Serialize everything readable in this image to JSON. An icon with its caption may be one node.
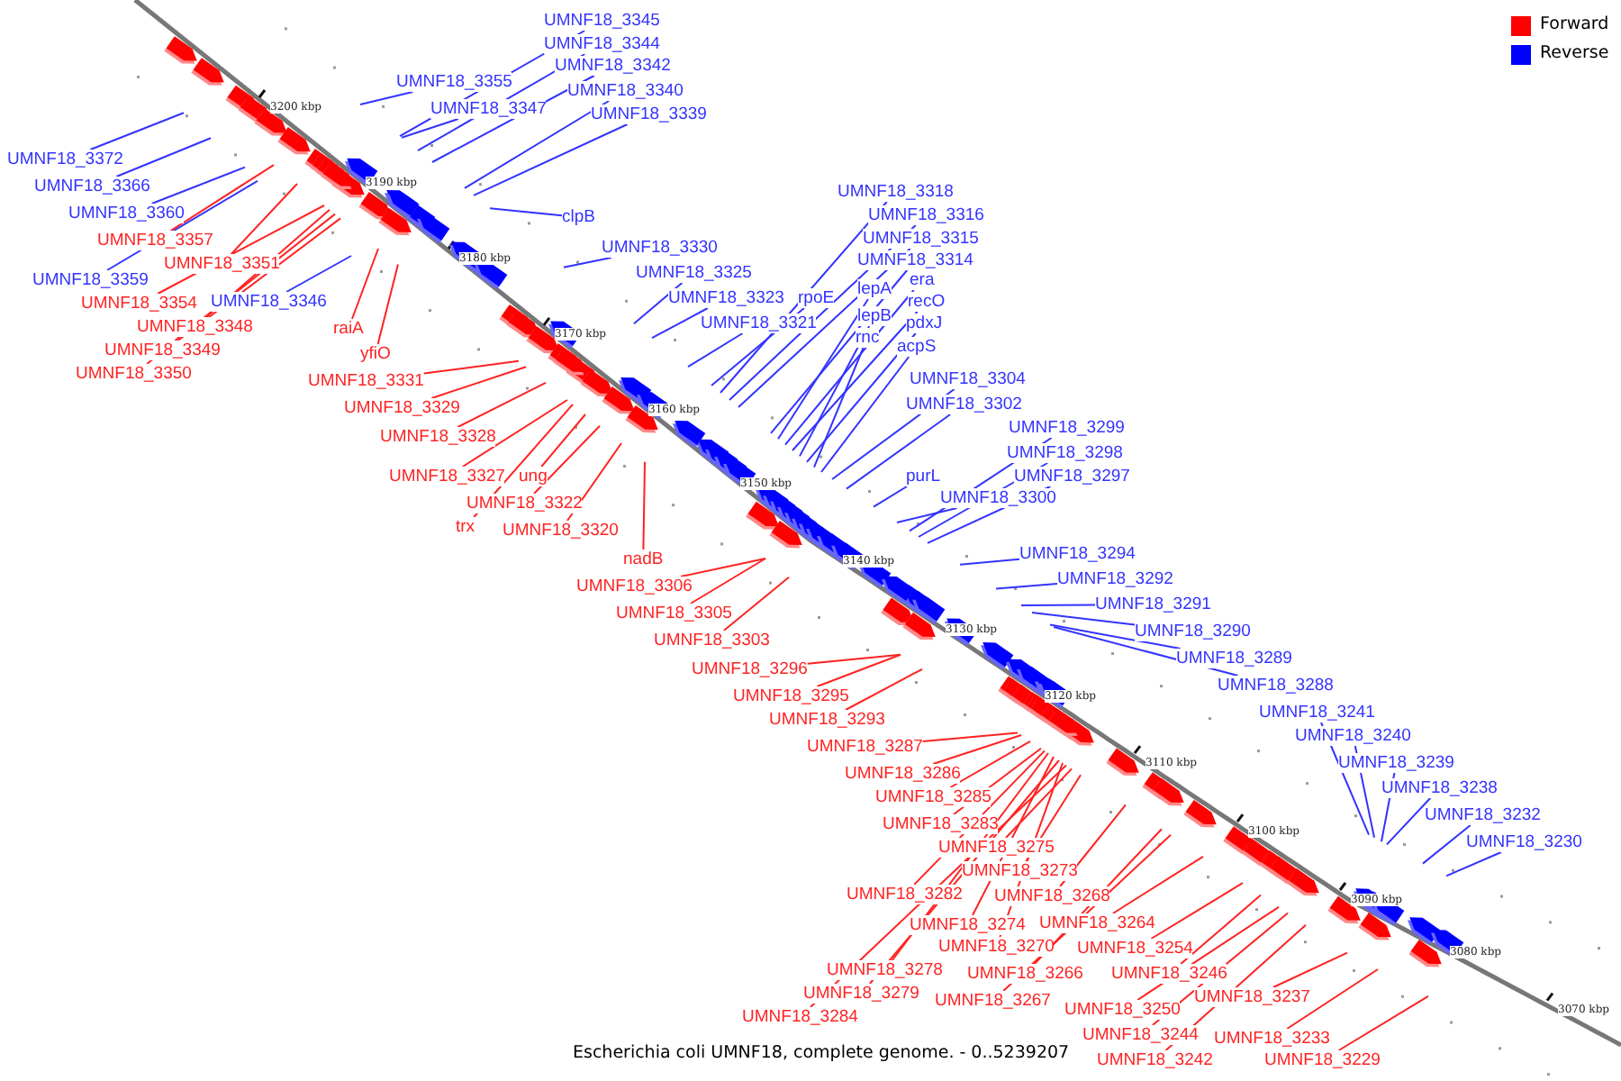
{
  "diagram": {
    "caption": "Escherichia coli UMNF18, complete genome. - 0..5239207",
    "nodes": [
      {
        "text": [
          "UMNF18_3345"
        ]
      },
      {
        "text": [
          "UMNF18_3344"
        ]
      },
      {
        "text": [
          "UMNF18_3342"
        ]
      },
      {
        "text": [
          "UMNF18_3340"
        ]
      },
      {
        "text": [
          "UMNF18_3339"
        ]
      },
      {
        "text": [
          "UMNF18_3355"
        ]
      },
      {
        "text": [
          "UMNF18_3347"
        ]
      },
      {
        "text": [
          "UMNF18_3372"
        ]
      },
      {
        "text": [
          "UMNF18_3366"
        ]
      },
      {
        "text": [
          "UMNF18_3360"
        ]
      },
      {
        "text": [
          "UMNF18_3359"
        ]
      },
      {
        "text": [
          "UMNF18_3346"
        ]
      },
      {
        "text": [
          "clpB"
        ]
      },
      {
        "text": [
          "UMNF18_3330"
        ]
      },
      {
        "text": [
          "UMNF18_3325"
        ]
      },
      {
        "text": [
          "UMNF18_3323"
        ]
      },
      {
        "text": [
          "rpoE"
        ]
      },
      {
        "text": [
          "UMNF18_3321"
        ]
      },
      {
        "text": [
          "UMNF18_3318"
        ]
      },
      {
        "text": [
          "UMNF18_3316"
        ]
      },
      {
        "text": [
          "UMNF18_3315"
        ]
      },
      {
        "text": [
          "UMNF18_3314"
        ]
      },
      {
        "text": [
          "lepA"
        ]
      },
      {
        "text": [
          "era"
        ]
      },
      {
        "text": [
          "recO"
        ]
      },
      {
        "text": [
          "lepB"
        ]
      },
      {
        "text": [
          "pdxJ"
        ]
      },
      {
        "text": [
          "rnc"
        ]
      },
      {
        "text": [
          "acpS"
        ]
      },
      {
        "text": [
          "UMNF18_3304"
        ]
      },
      {
        "text": [
          "UMNF18_3302"
        ]
      },
      {
        "text": [
          "UMNF18_3299"
        ]
      },
      {
        "text": [
          "UMNF18_3298"
        ]
      },
      {
        "text": [
          "UMNF18_3297"
        ]
      },
      {
        "text": [
          "purL"
        ]
      },
      {
        "text": [
          "UMNF18_3300"
        ]
      },
      {
        "text": [
          "UMNF18_3294"
        ]
      },
      {
        "text": [
          "UMNF18_3292"
        ]
      },
      {
        "text": [
          "UMNF18_3291"
        ]
      },
      {
        "text": [
          "UMNF18_3290"
        ]
      },
      {
        "text": [
          "UMNF18_3289"
        ]
      },
      {
        "text": [
          "UMNF18_3288"
        ]
      },
      {
        "text": [
          "UMNF18_3241"
        ]
      },
      {
        "text": [
          "UMNF18_3240"
        ]
      },
      {
        "text": [
          "UMNF18_3239"
        ]
      },
      {
        "text": [
          "UMNF18_3238"
        ]
      },
      {
        "text": [
          "UMNF18_3232"
        ]
      },
      {
        "text": [
          "UMNF18_3230"
        ]
      },
      {
        "text": [
          "UMNF18_3357"
        ]
      },
      {
        "text": [
          "UMNF18_3351"
        ]
      },
      {
        "text": [
          "UMNF18_3354"
        ]
      },
      {
        "text": [
          "UMNF18_3348"
        ]
      },
      {
        "text": [
          "UMNF18_3349"
        ]
      },
      {
        "text": [
          "UMNF18_3350"
        ]
      },
      {
        "text": [
          "raiA"
        ]
      },
      {
        "text": [
          "yfiO"
        ]
      },
      {
        "text": [
          "UMNF18_3331"
        ]
      },
      {
        "text": [
          "UMNF18_3329"
        ]
      },
      {
        "text": [
          "UMNF18_3328"
        ]
      },
      {
        "text": [
          "UMNF18_3327"
        ]
      },
      {
        "text": [
          "ung"
        ]
      },
      {
        "text": [
          "UMNF18_3322"
        ]
      },
      {
        "text": [
          "trx"
        ]
      },
      {
        "text": [
          "UMNF18_3320"
        ]
      },
      {
        "text": [
          "nadB"
        ]
      },
      {
        "text": [
          "UMNF18_3306"
        ]
      },
      {
        "text": [
          "UMNF18_3305"
        ]
      },
      {
        "text": [
          "UMNF18_3303"
        ]
      },
      {
        "text": [
          "UMNF18_3296"
        ]
      },
      {
        "text": [
          "UMNF18_3295"
        ]
      },
      {
        "text": [
          "UMNF18_3293"
        ]
      },
      {
        "text": [
          "UMNF18_3287"
        ]
      },
      {
        "text": [
          "UMNF18_3286"
        ]
      },
      {
        "text": [
          "UMNF18_3285"
        ]
      },
      {
        "text": [
          "UMNF18_3283"
        ]
      },
      {
        "text": [
          "UMNF18_3275"
        ]
      },
      {
        "text": [
          "UMNF18_3273"
        ]
      },
      {
        "text": [
          "UMNF18_3282"
        ]
      },
      {
        "text": [
          "UMNF18_3268"
        ]
      },
      {
        "text": [
          "UMNF18_3274"
        ]
      },
      {
        "text": [
          "UMNF18_3264"
        ]
      },
      {
        "text": [
          "UMNF18_3270"
        ]
      },
      {
        "text": [
          "UMNF18_3254"
        ]
      },
      {
        "text": [
          "UMNF18_3278"
        ]
      },
      {
        "text": [
          "UMNF18_3266"
        ]
      },
      {
        "text": [
          "UMNF18_3246"
        ]
      },
      {
        "text": [
          "UMNF18_3279"
        ]
      },
      {
        "text": [
          "UMNF18_3267"
        ]
      },
      {
        "text": [
          "UMNF18_3250"
        ]
      },
      {
        "text": [
          "UMNF18_3237"
        ]
      },
      {
        "text": [
          "UMNF18_3284"
        ]
      },
      {
        "text": [
          "UMNF18_3244"
        ]
      },
      {
        "text": [
          "UMNF18_3233"
        ]
      },
      {
        "text": [
          "UMNF18_3242"
        ]
      },
      {
        "text": [
          "UMNF18_3229"
        ]
      }
    ],
    "edges": [
      {
        "from": 0,
        "to": null,
        "arrow": "none",
        "color": "#3333ff"
      },
      {
        "from": 1,
        "to": null,
        "arrow": "none",
        "color": "#3333ff"
      },
      {
        "from": 2,
        "to": null,
        "arrow": "none",
        "color": "#3333ff"
      },
      {
        "from": 3,
        "to": null,
        "arrow": "none",
        "color": "#3333ff"
      },
      {
        "from": 4,
        "to": null,
        "arrow": "none",
        "color": "#3333ff"
      },
      {
        "from": 5,
        "to": null,
        "arrow": "none",
        "color": "#3333ff"
      },
      {
        "from": 6,
        "to": null,
        "arrow": "none",
        "color": "#3333ff"
      },
      {
        "from": 7,
        "to": null,
        "arrow": "none",
        "color": "#3333ff"
      },
      {
        "from": 8,
        "to": null,
        "arrow": "none",
        "color": "#3333ff"
      },
      {
        "from": 9,
        "to": null,
        "arrow": "none",
        "color": "#3333ff"
      },
      {
        "from": 10,
        "to": null,
        "arrow": "none",
        "color": "#3333ff"
      },
      {
        "from": 11,
        "to": null,
        "arrow": "none",
        "color": "#3333ff"
      },
      {
        "from": 12,
        "to": null,
        "arrow": "none",
        "color": "#3333ff"
      },
      {
        "from": 13,
        "to": null,
        "arrow": "none",
        "color": "#3333ff"
      },
      {
        "from": 14,
        "to": null,
        "arrow": "none",
        "color": "#3333ff"
      },
      {
        "from": 15,
        "to": null,
        "arrow": "none",
        "color": "#3333ff"
      },
      {
        "from": 16,
        "to": null,
        "arrow": "none",
        "color": "#3333ff"
      },
      {
        "from": 17,
        "to": null,
        "arrow": "none",
        "color": "#3333ff"
      },
      {
        "from": 18,
        "to": null,
        "arrow": "none",
        "color": "#3333ff"
      },
      {
        "from": 19,
        "to": null,
        "arrow": "none",
        "color": "#3333ff"
      },
      {
        "from": 20,
        "to": null,
        "arrow": "none",
        "color": "#3333ff"
      },
      {
        "from": 21,
        "to": null,
        "arrow": "none",
        "color": "#3333ff"
      },
      {
        "from": 22,
        "to": null,
        "arrow": "none",
        "color": "#3333ff"
      },
      {
        "from": 23,
        "to": null,
        "arrow": "none",
        "color": "#3333ff"
      },
      {
        "from": 24,
        "to": null,
        "arrow": "none",
        "color": "#3333ff"
      },
      {
        "from": 25,
        "to": null,
        "arrow": "none",
        "color": "#3333ff"
      },
      {
        "from": 26,
        "to": null,
        "arrow": "none",
        "color": "#3333ff"
      },
      {
        "from": 27,
        "to": null,
        "arrow": "none",
        "color": "#3333ff"
      },
      {
        "from": 28,
        "to": null,
        "arrow": "none",
        "color": "#3333ff"
      },
      {
        "from": 29,
        "to": null,
        "arrow": "none",
        "color": "#3333ff"
      },
      {
        "from": 30,
        "to": null,
        "arrow": "none",
        "color": "#3333ff"
      },
      {
        "from": 31,
        "to": null,
        "arrow": "none",
        "color": "#3333ff"
      },
      {
        "from": 32,
        "to": null,
        "arrow": "none",
        "color": "#3333ff"
      },
      {
        "from": 33,
        "to": null,
        "arrow": "none",
        "color": "#3333ff"
      },
      {
        "from": 34,
        "to": null,
        "arrow": "none",
        "color": "#3333ff"
      },
      {
        "from": 35,
        "to": null,
        "arrow": "none",
        "color": "#3333ff"
      },
      {
        "from": 36,
        "to": null,
        "arrow": "none",
        "color": "#3333ff"
      },
      {
        "from": 37,
        "to": null,
        "arrow": "none",
        "color": "#3333ff"
      },
      {
        "from": 38,
        "to": null,
        "arrow": "none",
        "color": "#3333ff"
      },
      {
        "from": 39,
        "to": null,
        "arrow": "none",
        "color": "#3333ff"
      },
      {
        "from": 40,
        "to": null,
        "arrow": "none",
        "color": "#3333ff"
      },
      {
        "from": 41,
        "to": null,
        "arrow": "none",
        "color": "#3333ff"
      },
      {
        "from": 42,
        "to": null,
        "arrow": "none",
        "color": "#3333ff"
      },
      {
        "from": 43,
        "to": null,
        "arrow": "none",
        "color": "#3333ff"
      },
      {
        "from": 44,
        "to": null,
        "arrow": "none",
        "color": "#3333ff"
      },
      {
        "from": 45,
        "to": null,
        "arrow": "none",
        "color": "#3333ff"
      },
      {
        "from": 46,
        "to": null,
        "arrow": "none",
        "color": "#3333ff"
      },
      {
        "from": 47,
        "to": null,
        "arrow": "none",
        "color": "#3333ff"
      },
      {
        "from": 48,
        "to": null,
        "arrow": "none",
        "color": "#ff2222"
      },
      {
        "from": 49,
        "to": null,
        "arrow": "none",
        "color": "#ff2222"
      },
      {
        "from": 50,
        "to": null,
        "arrow": "none",
        "color": "#ff2222"
      },
      {
        "from": 51,
        "to": null,
        "arrow": "none",
        "color": "#ff2222"
      },
      {
        "from": 52,
        "to": null,
        "arrow": "none",
        "color": "#ff2222"
      },
      {
        "from": 53,
        "to": null,
        "arrow": "none",
        "color": "#ff2222"
      },
      {
        "from": 54,
        "to": null,
        "arrow": "none",
        "color": "#ff2222"
      },
      {
        "from": 55,
        "to": null,
        "arrow": "none",
        "color": "#ff2222"
      },
      {
        "from": 56,
        "to": null,
        "arrow": "none",
        "color": "#ff2222"
      },
      {
        "from": 57,
        "to": null,
        "arrow": "none",
        "color": "#ff2222"
      },
      {
        "from": 58,
        "to": null,
        "arrow": "none",
        "color": "#ff2222"
      },
      {
        "from": 59,
        "to": null,
        "arrow": "none",
        "color": "#ff2222"
      },
      {
        "from": 60,
        "to": null,
        "arrow": "none",
        "color": "#ff2222"
      },
      {
        "from": 61,
        "to": null,
        "arrow": "none",
        "color": "#ff2222"
      },
      {
        "from": 62,
        "to": null,
        "arrow": "none",
        "color": "#ff2222"
      },
      {
        "from": 63,
        "to": null,
        "arrow": "none",
        "color": "#ff2222"
      },
      {
        "from": 64,
        "to": null,
        "arrow": "none",
        "color": "#ff2222"
      },
      {
        "from": 65,
        "to": null,
        "arrow": "none",
        "color": "#ff2222"
      },
      {
        "from": 66,
        "to": null,
        "arrow": "none",
        "color": "#ff2222"
      },
      {
        "from": 67,
        "to": null,
        "arrow": "none",
        "color": "#ff2222"
      },
      {
        "from": 68,
        "to": null,
        "arrow": "none",
        "color": "#ff2222"
      },
      {
        "from": 69,
        "to": null,
        "arrow": "none",
        "color": "#ff2222"
      },
      {
        "from": 70,
        "to": null,
        "arrow": "none",
        "color": "#ff2222"
      },
      {
        "from": 71,
        "to": null,
        "arrow": "none",
        "color": "#ff2222"
      },
      {
        "from": 72,
        "to": null,
        "arrow": "none",
        "color": "#ff2222"
      },
      {
        "from": 73,
        "to": null,
        "arrow": "none",
        "color": "#ff2222"
      },
      {
        "from": 74,
        "to": null,
        "arrow": "none",
        "color": "#ff2222"
      },
      {
        "from": 75,
        "to": null,
        "arrow": "none",
        "color": "#ff2222"
      },
      {
        "from": 76,
        "to": null,
        "arrow": "none",
        "color": "#ff2222"
      },
      {
        "from": 77,
        "to": null,
        "arrow": "none",
        "color": "#ff2222"
      },
      {
        "from": 78,
        "to": null,
        "arrow": "none",
        "color": "#ff2222"
      },
      {
        "from": 79,
        "to": null,
        "arrow": "none",
        "color": "#ff2222"
      },
      {
        "from": 80,
        "to": null,
        "arrow": "none",
        "color": "#ff2222"
      },
      {
        "from": 81,
        "to": null,
        "arrow": "none",
        "color": "#ff2222"
      },
      {
        "from": 82,
        "to": null,
        "arrow": "none",
        "color": "#ff2222"
      },
      {
        "from": 83,
        "to": null,
        "arrow": "none",
        "color": "#ff2222"
      },
      {
        "from": 84,
        "to": null,
        "arrow": "none",
        "color": "#ff2222"
      },
      {
        "from": 85,
        "to": null,
        "arrow": "none",
        "color": "#ff2222"
      },
      {
        "from": 86,
        "to": null,
        "arrow": "none",
        "color": "#ff2222"
      },
      {
        "from": 87,
        "to": null,
        "arrow": "none",
        "color": "#ff2222"
      },
      {
        "from": 88,
        "to": null,
        "arrow": "none",
        "color": "#ff2222"
      },
      {
        "from": 89,
        "to": null,
        "arrow": "none",
        "color": "#ff2222"
      },
      {
        "from": 90,
        "to": null,
        "arrow": "none",
        "color": "#ff2222"
      },
      {
        "from": 91,
        "to": null,
        "arrow": "none",
        "color": "#ff2222"
      },
      {
        "from": 92,
        "to": null,
        "arrow": "none",
        "color": "#ff2222"
      },
      {
        "from": 93,
        "to": null,
        "arrow": "none",
        "color": "#ff2222"
      },
      {
        "from": 94,
        "to": null,
        "arrow": "none",
        "color": "#ff2222"
      }
    ],
    "labels": [
      "3200 kbp",
      "3190 kbp",
      "3180 kbp",
      "3170 kbp",
      "3160 kbp",
      "3150 kbp",
      "3140 kbp",
      "3130 kbp",
      "3120 kbp",
      "3110 kbp",
      "3100 kbp",
      "3090 kbp",
      "3080 kbp",
      "3070 kbp"
    ],
    "legend": [
      {
        "text": "Forward",
        "color": "#ff0000"
      },
      {
        "text": "Reverse",
        "color": "#0000ff"
      }
    ]
  }
}
